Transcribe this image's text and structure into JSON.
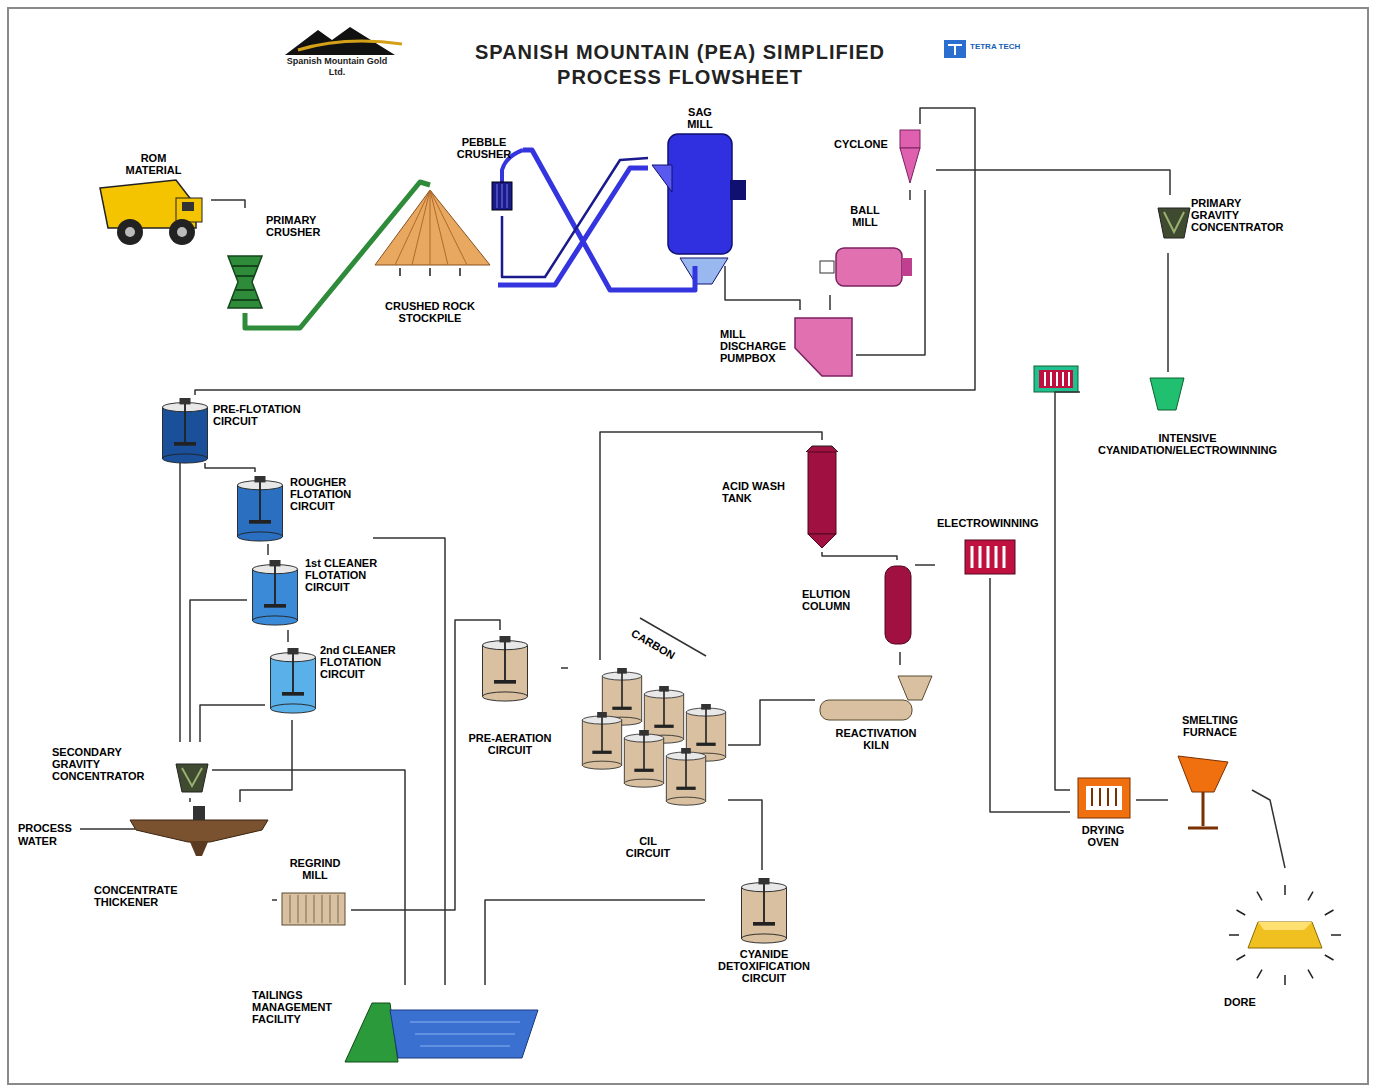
{
  "diagram": {
    "title": "SPANISH MOUNTAIN (PEA) SIMPLIFIED PROCESS FLOWSHEET",
    "nodes": [
      {
        "text": [
          "ROM MATERIAL"
        ]
      },
      {
        "text": [
          "PRIMARY CRUSHER"
        ]
      },
      {
        "text": [
          "CRUSHED ROCK STOCKPILE"
        ]
      },
      {
        "text": [
          "PEBBLE CRUSHER"
        ]
      },
      {
        "text": [
          "SAG MILL"
        ]
      },
      {
        "text": [
          "CYCLONE"
        ]
      },
      {
        "text": [
          "BALL MILL"
        ]
      },
      {
        "text": [
          "PRIMARY GRAVITY CONCENTRATOR"
        ]
      },
      {
        "text": [
          "MILL DISCHARGE PUMPBOX"
        ]
      },
      {
        "text": [
          "INTENSIVE CYANIDATION/ELECTROWINNING"
        ]
      },
      {
        "text": [
          "PRE-FLOTATION CIRCUIT"
        ]
      },
      {
        "text": [
          "ROUGHER FLOTATION CIRCUIT"
        ]
      },
      {
        "text": [
          "1st CLEANER FLOTATION CIRCUIT"
        ]
      },
      {
        "text": [
          "2nd CLEANER FLOTATION CIRCUIT"
        ]
      },
      {
        "text": [
          "SECONDARY GRAVITY CONCENTRATOR"
        ]
      },
      {
        "text": [
          "CONCENTRATE THICKENER"
        ]
      },
      {
        "text": [
          "REGRIND MILL"
        ]
      },
      {
        "text": [
          "TAILINGS MANAGEMENT FACILITY"
        ]
      },
      {
        "text": [
          "PRE-AERATION CIRCUIT"
        ]
      },
      {
        "text": [
          "CIL CIRCUIT"
        ]
      },
      {
        "text": [
          "ACID WASH TANK"
        ]
      },
      {
        "text": [
          "ELUTION COLUMN"
        ]
      },
      {
        "text": [
          "ELECTROWINNING"
        ]
      },
      {
        "text": [
          "REACTIVATION KILN"
        ]
      },
      {
        "text": [
          "CYANIDE DETOXIFICATION CIRCUIT"
        ]
      },
      {
        "text": [
          "DRYING OVEN"
        ]
      },
      {
        "text": [
          "SMELTING FURNACE"
        ]
      },
      {
        "text": [
          "DORE"
        ]
      }
    ],
    "edges": [
      {
        "from": 0,
        "to": 1,
        "arrow": "none"
      },
      {
        "from": 1,
        "to": 2,
        "arrow": "none"
      },
      {
        "from": 2,
        "to": 4,
        "arrow": "none"
      },
      {
        "from": 4,
        "to": 3,
        "arrow": "none"
      },
      {
        "from": 3,
        "to": 4,
        "arrow": "none"
      },
      {
        "from": 4,
        "to": 8,
        "arrow": "none"
      },
      {
        "from": 8,
        "to": 5,
        "arrow": "none"
      },
      {
        "from": 5,
        "to": 6,
        "arrow": "none"
      },
      {
        "from": 6,
        "to": 8,
        "arrow": "none"
      },
      {
        "from": 5,
        "to": 7,
        "arrow": "none"
      },
      {
        "from": 5,
        "to": 10,
        "arrow": "none"
      },
      {
        "from": 7,
        "to": 9,
        "arrow": "none"
      },
      {
        "from": 9,
        "to": 25,
        "arrow": "none"
      },
      {
        "from": 10,
        "to": 11,
        "arrow": "none"
      },
      {
        "from": 11,
        "to": 12,
        "arrow": "none"
      },
      {
        "from": 12,
        "to": 13,
        "arrow": "none"
      },
      {
        "from": 11,
        "to": 17,
        "arrow": "none"
      },
      {
        "from": 10,
        "to": 14,
        "arrow": "none"
      },
      {
        "from": 12,
        "to": 14,
        "arrow": "none"
      },
      {
        "from": 13,
        "to": 14,
        "arrow": "none"
      },
      {
        "from": 13,
        "to": 15,
        "arrow": "none"
      },
      {
        "from": 14,
        "to": 15,
        "arrow": "none"
      },
      {
        "from": 14,
        "to": 17,
        "arrow": "none"
      },
      {
        "from": 15,
        "to": 16,
        "arrow": "none"
      },
      {
        "from": 16,
        "to": 18,
        "arrow": "none"
      },
      {
        "from": 18,
        "to": 19,
        "arrow": "none"
      },
      {
        "from": 19,
        "to": 20,
        "arrow": "none"
      },
      {
        "from": 20,
        "to": 21,
        "arrow": "none"
      },
      {
        "from": 21,
        "to": 22,
        "arrow": "none"
      },
      {
        "from": 21,
        "to": 23,
        "arrow": "none"
      },
      {
        "from": 23,
        "to": 19,
        "arrow": "none"
      },
      {
        "from": 19,
        "to": 24,
        "arrow": "none"
      },
      {
        "from": 24,
        "to": 17,
        "arrow": "none"
      },
      {
        "from": 22,
        "to": 25,
        "arrow": "none"
      },
      {
        "from": 25,
        "to": 26,
        "arrow": "none"
      },
      {
        "from": 26,
        "to": 27,
        "arrow": "none"
      }
    ],
    "labels": [
      "Spanish Mountain Gold Ltd.",
      "TETRA TECH",
      "PROCESS WATER",
      "CARBON"
    ]
  }
}
